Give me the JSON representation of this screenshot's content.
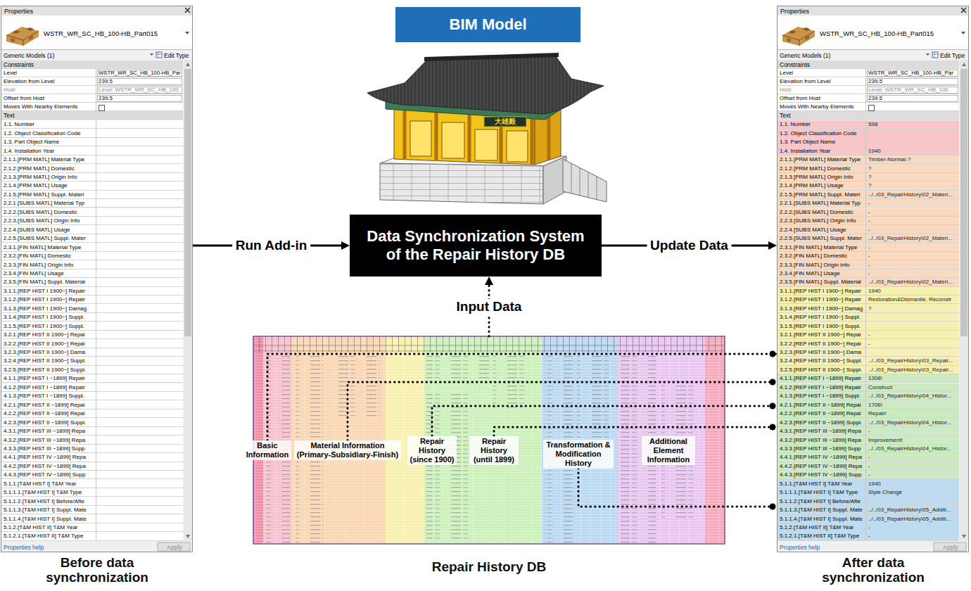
{
  "diagram": {
    "nodes": [
      {
        "text": [
          "Before data synchronization"
        ]
      },
      {
        "text": [
          "BIM Model"
        ]
      },
      {
        "text": [
          "Data Synchronization System of the Repair History DB"
        ]
      },
      {
        "text": [
          "Repair History DB"
        ]
      },
      {
        "text": [
          "Basic Information"
        ],
        "in": 3
      },
      {
        "text": [
          "Material Information (Primary-Subsidiary-Finish)"
        ],
        "in": 3
      },
      {
        "text": [
          "Repair History (since 1900)"
        ],
        "in": 3
      },
      {
        "text": [
          "Repair History (until 1899)"
        ],
        "in": 3
      },
      {
        "text": [
          "Transformation & Modification History"
        ],
        "in": 3
      },
      {
        "text": [
          "Additional Element Information"
        ],
        "in": 3
      },
      {
        "text": [
          "After data synchronization"
        ]
      }
    ],
    "edges": [
      {
        "from": 0,
        "to": 2,
        "label": "Run Add-in",
        "arrow": "to"
      },
      {
        "from": 2,
        "to": 10,
        "label": "Update Data",
        "arrow": "to"
      },
      {
        "from": 3,
        "to": 2,
        "label": "Input Data",
        "arrow": "to"
      },
      {
        "from": 4,
        "to": 10,
        "arrow": "none"
      },
      {
        "from": 5,
        "to": 10,
        "arrow": "none"
      },
      {
        "from": 6,
        "to": 10,
        "arrow": "none"
      },
      {
        "from": 7,
        "to": 10,
        "arrow": "none"
      },
      {
        "from": 8,
        "to": 10,
        "arrow": "none"
      }
    ],
    "labels": [
      "Properties",
      "WSTR_WR_SC_HB_100-HB_Part015",
      "Generic Models (1)",
      "Edit Type",
      "Constraints",
      "Level",
      "WSTR_WR_SC_HB_100-HB_Par",
      "Elevation from Level",
      "239.5",
      "Host",
      "Level: WSTR_WR_SC_HB_100",
      "Offset from Host",
      "239.5",
      "Moves With Nearby Elements",
      "Text",
      "1.1. Number",
      "1.2. Object Classification Code",
      "1.3. Part Object Name",
      "1.4. Installation Year",
      "2.1.1.[PRM MATL] Material Type",
      "2.1.2.[PRM MATL] Domestic",
      "2.1.3.[PRM MATL] Origin Info",
      "2.1.4.[PRM MATL] Usage",
      "2.1.5.[PRM MATL] Suppl. Materi",
      "2.2.1.[SUBS MATL] Material Typ",
      "2.2.2.[SUBS MATL] Domestic",
      "2.2.3.[SUBS MATL] Origin Info",
      "2.2.4.[SUBS MATL] Usage",
      "2.2.5.[SUBS MATL] Suppl. Mater",
      "2.3.1.[FIN MATL] Material Type",
      "2.3.2.[FIN MATL] Domestic",
      "2.3.3.[FIN MATL] Origin Info",
      "2.3.4.[FIN MATL] Usage",
      "2.3.5.[FIN MATL] Suppl. Material",
      "3.1.1.[REP HIST I 1900~] Repair",
      "3.1.2.[REP HIST I 1900~] Repair",
      "3.1.3.[REP HIST I 1900~] Damag",
      "3.1.4.[REP HIST I 1900~] Suppl.",
      "3.1.5.[REP HIST I 1900~] Suppl.",
      "3.2.1.[REP HIST II 1900~] Repai",
      "3.2.2.[REP HIST II 1900~] Repai",
      "3.2.3.[REP HIST II 1900~] Dama",
      "3.2.4.[REP HIST II 1900~] Suppl.",
      "3.2.5.[REP HIST II 1900~] Suppl.",
      "4.1.1.[REP HIST I ~1899] Repair",
      "4.1.2.[REP HIST I ~1899] Repair",
      "4.1.3.[REP HIST I ~1899] Suppl.",
      "4.2.1.[REP HIST II ~1899] Repai",
      "4.2.2.[REP HIST II ~1899] Repai",
      "4.2.3.[REP HIST II ~1899] Suppl.",
      "4.3.1.[REP HIST III ~1899] Repa",
      "4.3.2.[REP HIST III ~1899] Repa",
      "4.3.3.[REP HIST III ~1899] Supp",
      "4.4.1.[REP HIST IV ~1899] Repa",
      "4.4.2.[REP HIST IV ~1899] Repa",
      "4.4.3.[REP HIST IV ~1899] Supp",
      "5.1.1.[T&M HIST I] T&M Year",
      "5.1.1.1.[T&M HIST I] T&M Type",
      "5.1.1.2.[T&M HIST I] Before/Afte",
      "5.1.1.3.[T&M HIST I] Suppl. Mate",
      "5.1.1.4.[T&M HIST I] Suppl. Mate",
      "5.1.2.[T&M HIST II] T&M Year",
      "5.1.2.1.[T&M HIST II] T&M Type",
      "Properties help",
      "Apply",
      "Properties",
      "WSTR_WR_SC_HB_100-HB_Part015",
      "Generic Models (1)",
      "Edit Type",
      "Constraints",
      "Level",
      "WSTR_WR_SC_HB_100-HB_Par",
      "Elevation from Level",
      "239.5",
      "Host",
      "Level: WSTR_WR_SC_HB_100",
      "Offset from Host",
      "239.5",
      "Moves With Nearby Elements",
      "Text",
      "1.1. Number",
      "598",
      "1.2. Object Classification Code",
      "1.3. Part Object Name",
      "1.4. Installation Year",
      "1940",
      "2.1.1.[PRM MATL] Material Type",
      "Timber-Normal-?",
      "2.1.2.[PRM MATL] Domestic",
      "?",
      "2.1.3.[PRM MATL] Origin Info",
      "?",
      "2.1.4.[PRM MATL] Usage",
      "?",
      "2.1.5.[PRM MATL] Suppl. Materi",
      "../../03_RepairHistory\\02_Materi...",
      "2.2.1.[SUBS MATL] Material Typ",
      "-",
      "2.2.2.[SUBS MATL] Domestic",
      "-",
      "2.2.3.[SUBS MATL] Origin Info",
      "-",
      "2.2.4.[SUBS MATL] Usage",
      "-",
      "2.2.5.[SUBS MATL] Suppl. Mater",
      "../../03_RepairHistory\\02_Materi...",
      "2.3.1.[FIN MATL] Material Type",
      "-",
      "2.3.2.[FIN MATL] Domestic",
      "-",
      "2.3.3.[FIN MATL] Origin Info",
      "-",
      "2.3.4.[FIN MATL] Usage",
      "-",
      "2.3.5.[FIN MATL] Suppl. Material",
      "../../03_RepairHistory\\02_Materi...",
      "3.1.1.[REP HIST I 1900~] Repair",
      "1940",
      "3.1.2.[REP HIST I 1900~] Repair",
      "Restoration&Dismantle, Reconstr",
      "3.1.3.[REP HIST I 1900~] Damag",
      "?",
      "3.1.4.[REP HIST I 1900~] Suppl.",
      "3.1.5.[REP HIST I 1900~] Suppl.",
      "3.2.1.[REP HIST II 1900~] Repai",
      "-",
      "3.2.2.[REP HIST II 1900~] Repai",
      "-",
      "3.2.3.[REP HIST II 1900~] Dama",
      "3.2.4.[REP HIST II 1900~] Suppl.",
      "../../03_RepairHistory\\03_Repair...",
      "3.2.5.[REP HIST II 1900~] Suppl.",
      "../../03_RepairHistory\\03_Repair...",
      "4.1.1.[REP HIST I ~1899] Repair",
      "1308!",
      "4.1.2.[REP HIST I ~1899] Repair",
      "Construct",
      "4.1.3.[REP HIST I ~1899] Suppl.",
      "../../03_RepairHistory\\04_Histor...",
      "4.2.1.[REP HIST II ~1899] Repai",
      "1706!",
      "4.2.2.[REP HIST II ~1899] Repai",
      "Repair!",
      "4.2.3.[REP HIST II ~1899] Suppl.",
      "../../03_RepairHistory\\04_Histor...",
      "4.3.1.[REP HIST III ~1899] Repa",
      "-",
      "4.3.2.[REP HIST III ~1899] Repa",
      "Improvement!",
      "4.3.3.[REP HIST III ~1899] Supp",
      "../../03_RepairHistory\\04_Histor...",
      "4.4.1.[REP HIST IV ~1899] Repa",
      "-",
      "4.4.2.[REP HIST IV ~1899] Repa",
      "-",
      "4.4.3.[REP HIST IV ~1899] Supp",
      "-",
      "5.1.1.[T&M HIST I] T&M Year",
      "1940",
      "5.1.1.1.[T&M HIST I] T&M Type",
      "Style Change",
      "5.1.1.2.[T&M HIST I] Before/Afte",
      "5.1.1.3.[T&M HIST I] Suppl. Mate",
      "../../03_RepairHistory\\05_Additi...",
      "5.1.1.4.[T&M HIST I] Suppl. Mate",
      "../../03_RepairHistory\\05_Additi...",
      "5.1.2.[T&M HIST II] T&M Year",
      "-",
      "5.1.2.1.[T&M HIST II] T&M Type",
      "-",
      "Properties help",
      "Apply",
      "大雄殿"
    ]
  }
}
